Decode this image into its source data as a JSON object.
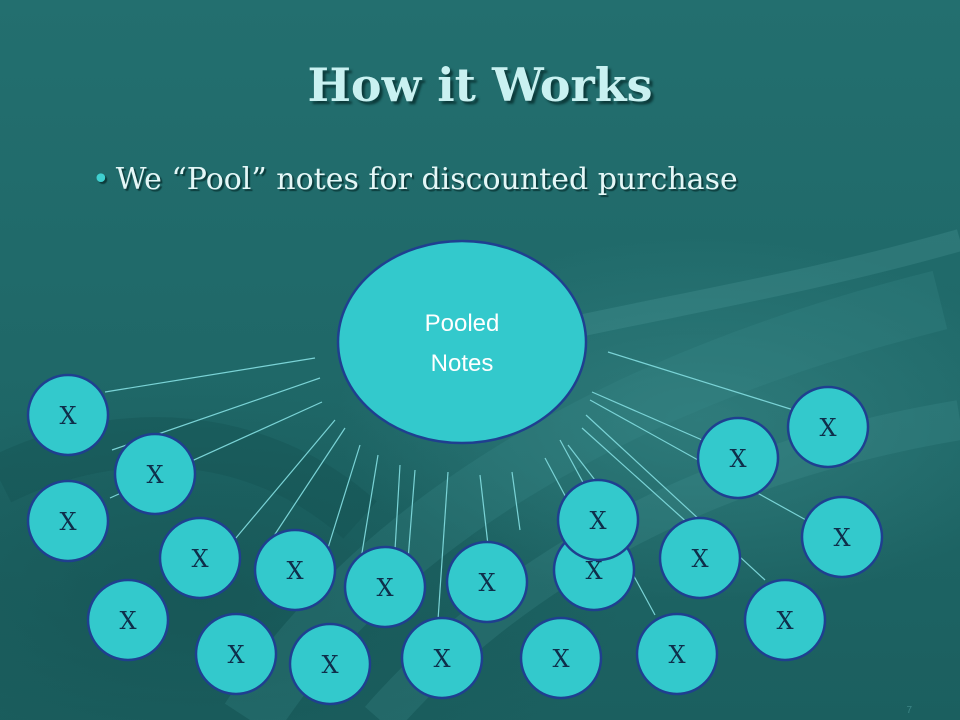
{
  "slide": {
    "title": "How it Works",
    "bullets": [
      "We “Pool” notes for discounted purchase"
    ],
    "page_number": "7"
  },
  "diagram": {
    "center_label_lines": [
      "Pooled",
      "Notes"
    ],
    "node_label": "X",
    "node_count": 20,
    "colors": {
      "node_fill": "#33c9cc",
      "node_stroke": "#1f3f8f",
      "connector": "#7ad3d6",
      "background": "#1f6b6b"
    }
  }
}
